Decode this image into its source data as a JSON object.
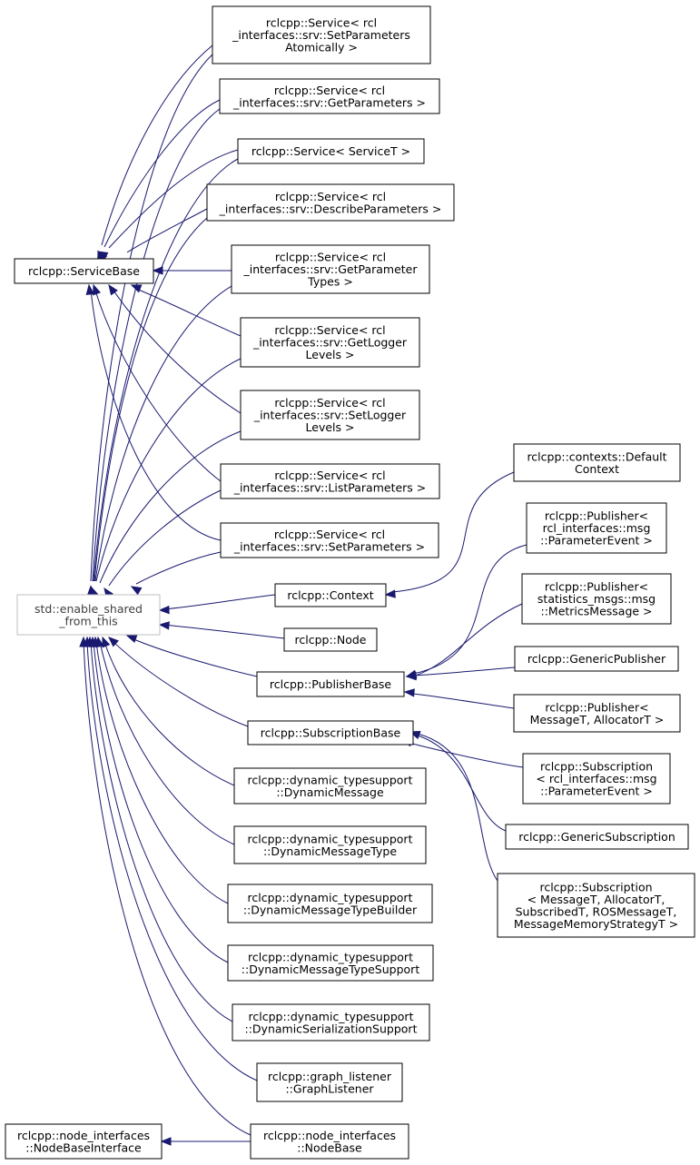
{
  "nodes": {
    "servicebase": [
      "rclcpp::ServiceBase"
    ],
    "esft": [
      "std::enable_shared",
      "_from_this"
    ],
    "nbi": [
      "rclcpp::node_interfaces",
      "::NodeBaseInterface"
    ],
    "svc_setparamatom": [
      "rclcpp::Service< rcl",
      "_interfaces::srv::SetParameters",
      "Atomically >"
    ],
    "svc_getparams": [
      "rclcpp::Service< rcl",
      "_interfaces::srv::GetParameters >"
    ],
    "svc_servicet": [
      "rclcpp::Service< ServiceT >"
    ],
    "svc_describe": [
      "rclcpp::Service< rcl",
      "_interfaces::srv::DescribeParameters >"
    ],
    "svc_getparamtypes": [
      "rclcpp::Service< rcl",
      "_interfaces::srv::GetParameter",
      "Types >"
    ],
    "svc_getlogger": [
      "rclcpp::Service< rcl",
      "_interfaces::srv::GetLogger",
      "Levels >"
    ],
    "svc_setlogger": [
      "rclcpp::Service< rcl",
      "_interfaces::srv::SetLogger",
      "Levels >"
    ],
    "svc_listparams": [
      "rclcpp::Service< rcl",
      "_interfaces::srv::ListParameters >"
    ],
    "svc_setparams": [
      "rclcpp::Service< rcl",
      "_interfaces::srv::SetParameters >"
    ],
    "context": [
      "rclcpp::Context"
    ],
    "node": [
      "rclcpp::Node"
    ],
    "pubbase": [
      "rclcpp::PublisherBase"
    ],
    "subbase": [
      "rclcpp::SubscriptionBase"
    ],
    "dynmsg": [
      "rclcpp::dynamic_typesupport",
      "::DynamicMessage"
    ],
    "dynmsgtype": [
      "rclcpp::dynamic_typesupport",
      "::DynamicMessageType"
    ],
    "dynmsgtypebuilder": [
      "rclcpp::dynamic_typesupport",
      "::DynamicMessageTypeBuilder"
    ],
    "dynmsgtypesupport": [
      "rclcpp::dynamic_typesupport",
      "::DynamicMessageTypeSupport"
    ],
    "dynserial": [
      "rclcpp::dynamic_typesupport",
      "::DynamicSerializationSupport"
    ],
    "graphlistener": [
      "rclcpp::graph_listener",
      "::GraphListener"
    ],
    "nodebase": [
      "rclcpp::node_interfaces",
      "::NodeBase"
    ],
    "defaultctx": [
      "rclcpp::contexts::Default",
      "Context"
    ],
    "pub_paramevent": [
      "rclcpp::Publisher<",
      "rcl_interfaces::msg",
      "::ParameterEvent >"
    ],
    "pub_metrics": [
      "rclcpp::Publisher<",
      "statistics_msgs::msg",
      "::MetricsMessage >"
    ],
    "genericpub": [
      "rclcpp::GenericPublisher"
    ],
    "pub_msgt": [
      "rclcpp::Publisher<",
      "MessageT, AllocatorT >"
    ],
    "sub_paramevent": [
      "rclcpp::Subscription",
      "< rcl_interfaces::msg",
      "::ParameterEvent >"
    ],
    "genericsub": [
      "rclcpp::GenericSubscription"
    ],
    "sub_msgt": [
      "rclcpp::Subscription",
      "< MessageT, AllocatorT,",
      "SubscribedT, ROSMessageT,",
      "MessageMemoryStrategyT >"
    ]
  },
  "colors": {
    "edge": "#191970",
    "node_border": "#000000",
    "root_border": "#bfbfbf",
    "root_text": "#404040"
  }
}
